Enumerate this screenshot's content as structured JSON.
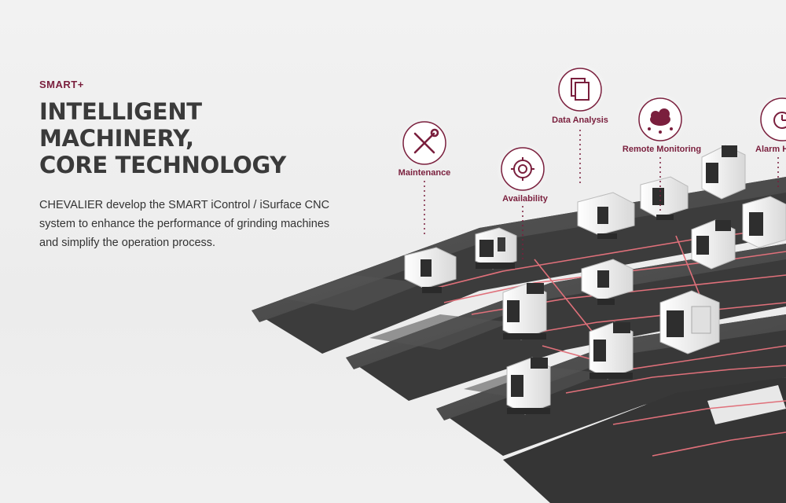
{
  "hero": {
    "eyebrow": "SMART+",
    "title_line1": "INTELLIGENT MACHINERY,",
    "title_line2": "CORE TECHNOLOGY",
    "description": "CHEVALIER develop the SMART iControl / iSurface CNC system to enhance the performance of grinding machines and simplify the operation process."
  },
  "features": [
    {
      "label": "Maintenance",
      "icon": "wrench-screwdriver-icon"
    },
    {
      "label": "Availability",
      "icon": "gear-clock-icon"
    },
    {
      "label": "Data Analysis",
      "icon": "documents-icon"
    },
    {
      "label": "Remote Monitoring",
      "icon": "cloud-network-icon"
    },
    {
      "label": "Alarm H",
      "icon": "alarm-clock-icon"
    }
  ],
  "colors": {
    "accent": "#7a1f3d",
    "heading": "#3a3a3a",
    "platform": "#4a4a4a",
    "network_line": "#e0707a"
  }
}
